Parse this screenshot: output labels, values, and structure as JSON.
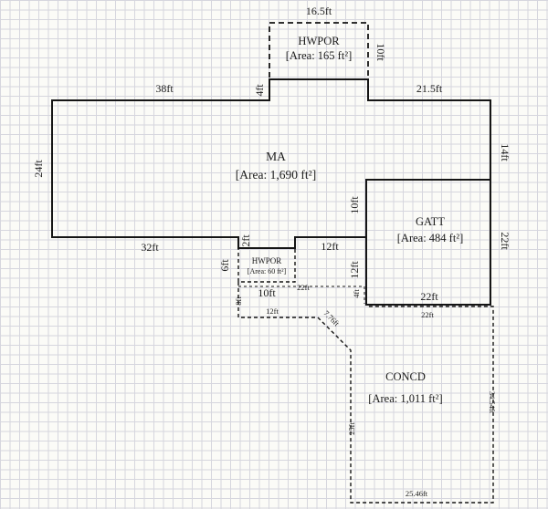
{
  "colors": {
    "wall": "#151515",
    "grid": "#d6d6de",
    "paper": "#fbfbf7"
  },
  "rooms": {
    "hwpor_top": {
      "name": "HWPOR",
      "area": "[Area: 165 ft²]"
    },
    "ma": {
      "name": "MA",
      "area": "[Area: 1,690 ft²]"
    },
    "gatt": {
      "name": "GATT",
      "area": "[Area: 484 ft²]"
    },
    "hwpor_small": {
      "name": "HWPOR",
      "area": "[Area: 60 ft²]"
    },
    "concd": {
      "name": "CONCD",
      "area": "[Area: 1,011 ft²]"
    }
  },
  "dims": {
    "hwpor_top_width": "16.5ft",
    "hwpor_top_height": "10ft",
    "ma_top_left": "38ft",
    "ma_top_jog": "4ft",
    "ma_top_right": "21.5ft",
    "ma_left": "24ft",
    "ma_right_upper": "14ft",
    "ma_bottom_left": "32ft",
    "ma_bottom_jog": "2ft",
    "ma_bottom_mid": "12ft",
    "gatt_left_upper": "10ft",
    "gatt_left_lower": "12ft",
    "gatt_right": "22ft",
    "gatt_bottom": "22ft",
    "gatt_bottom_outer": "22ft",
    "hwpor_small_left": "6ft",
    "hwpor_small_bottom": "10ft",
    "strip_left": "8ft",
    "strip_bottom": "12ft",
    "strip_right_small": "22ft",
    "concd_step": "4ft",
    "concd_chamfer": "7.76ft",
    "concd_left": "25ft",
    "concd_right": "34.54ft",
    "concd_bottom": "25.46ft"
  }
}
